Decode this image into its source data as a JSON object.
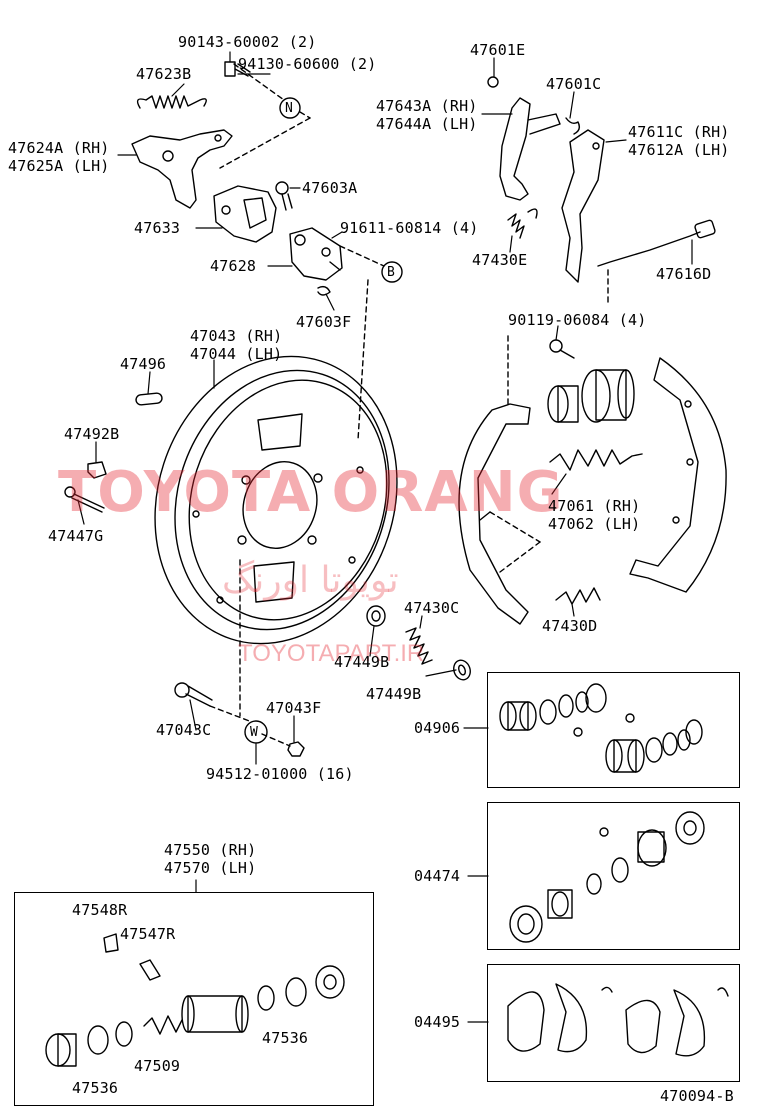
{
  "labels": {
    "p90143": "90143-60002 (2)",
    "p94130": "94130-60600 (2)",
    "p47623b": "47623B",
    "p47624": "47624A (RH)",
    "p47625": "47625A (LH)",
    "p47603a": "47603A",
    "p47633": "47633",
    "p91611": "91611-60814 (4)",
    "p47628": "47628",
    "p47603f": "47603F",
    "p47043": "47043 (RH)",
    "p47044": "47044 (LH)",
    "p47496": "47496",
    "p47492b": "47492B",
    "p47447g": "47447G",
    "p47043c": "47043C",
    "p47043f": "47043F",
    "p94512": "94512-01000 (16)",
    "p47449b_a": "47449B",
    "p47449b_b": "47449B",
    "p47430c": "47430C",
    "p47601e": "47601E",
    "p47601c": "47601C",
    "p47643": "47643A (RH)",
    "p47644": "47644A (LH)",
    "p47611": "47611C (RH)",
    "p47612": "47612A (LH)",
    "p47430e": "47430E",
    "p47616d": "47616D",
    "p90119": "90119-06084 (4)",
    "p47061": "47061 (RH)",
    "p47062": "47062 (LH)",
    "p47430d": "47430D",
    "p04906": "04906",
    "p04474": "04474",
    "p04495": "04495",
    "p47550": "47550 (RH)",
    "p47570": "47570 (LH)",
    "p47548r": "47548R",
    "p47547r": "47547R",
    "p47536_a": "47536",
    "p47536_b": "47536",
    "p47509": "47509",
    "figure_code": "470094-B"
  },
  "markers": {
    "n": "N",
    "b": "B",
    "w": "W"
  },
  "watermark": {
    "main": "TOYOTA ORANG",
    "arabic": "تویوتا اورنگ",
    "sub": "TOYOTAPART.IR",
    "color": "#e62832"
  }
}
